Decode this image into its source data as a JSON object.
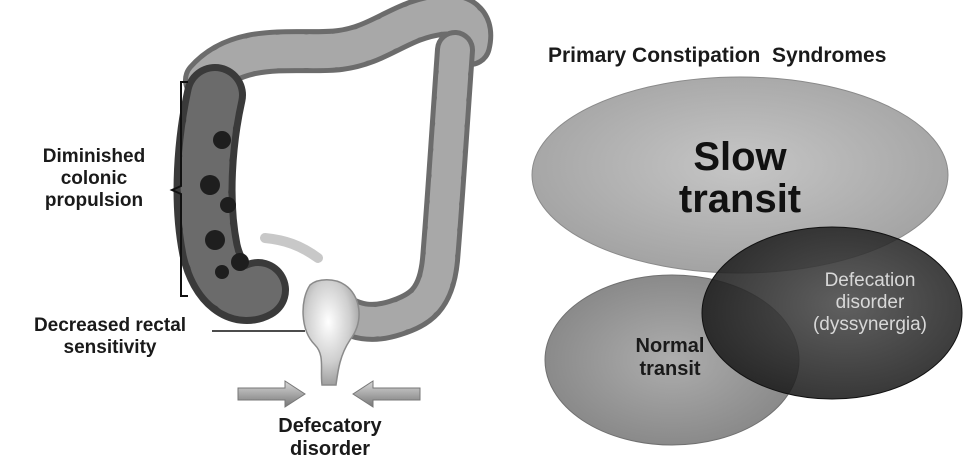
{
  "left_panel": {
    "label_propulsion": "Diminished colonic propulsion",
    "label_propulsion_lines": [
      "Diminished",
      "colonic",
      "propulsion"
    ],
    "label_sensitivity_lines": [
      "Decreased rectal",
      "sensitivity"
    ],
    "label_defecatory_lines": [
      "Defecatory",
      "disorder"
    ]
  },
  "right_panel": {
    "title": "Primary Constipation  Syndromes",
    "slow_transit_lines": [
      "Slow",
      "transit"
    ],
    "defecation_disorder_lines": [
      "Defecation",
      "disorder",
      "(dyssynergia)"
    ],
    "normal_transit_lines": [
      "Normal",
      "transit"
    ]
  },
  "colors": {
    "slow_transit_fill": "#b4b4b4",
    "normal_transit_fill": "#9a9a9a",
    "defecation_fill": "#2a2a2a",
    "text_dark": "#1a1a1a",
    "text_light": "#d8d8d8"
  }
}
